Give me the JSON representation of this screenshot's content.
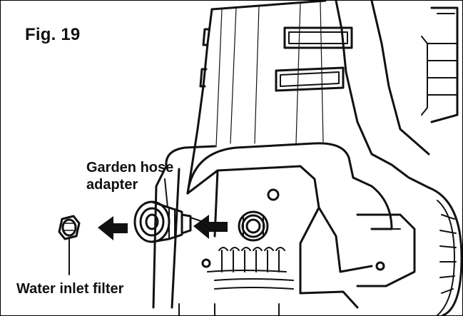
{
  "figure": {
    "title": "Fig. 19",
    "labels": {
      "garden_hose_adapter_line1": "Garden hose",
      "garden_hose_adapter_line2": "adapter",
      "water_inlet_filter": "Water inlet filter"
    }
  }
}
